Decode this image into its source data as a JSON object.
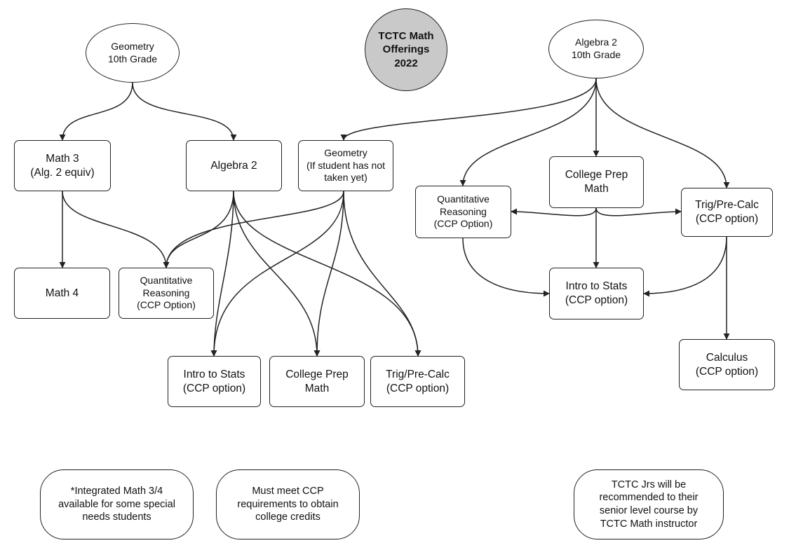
{
  "title": [
    "TCTC Math",
    "Offerings",
    "2022"
  ],
  "nodes": {
    "geometry_10th": [
      "Geometry",
      "10th Grade"
    ],
    "algebra2_10th": [
      "Algebra 2",
      "10th Grade"
    ],
    "math3": [
      "Math 3",
      "(Alg. 2 equiv)"
    ],
    "algebra2_left": [
      "Algebra 2"
    ],
    "geometry_mid": [
      "Geometry",
      "(If student has not",
      "taken yet)"
    ],
    "math4": [
      "Math 4"
    ],
    "quant_left": [
      "Quantitative",
      "Reasoning",
      "(CCP Option)"
    ],
    "stats_bottom": [
      "Intro to Stats",
      "(CCP option)"
    ],
    "cpm_bottom": [
      "College Prep",
      "Math"
    ],
    "trig_bottom": [
      "Trig/Pre-Calc",
      "(CCP option)"
    ],
    "quant_right": [
      "Quantitative",
      "Reasoning",
      "(CCP Option)"
    ],
    "cpm_right": [
      "College Prep",
      "Math"
    ],
    "trig_right": [
      "Trig/Pre-Calc",
      "(CCP option)"
    ],
    "stats_right": [
      "Intro to Stats",
      "(CCP option)"
    ],
    "calculus": [
      "Calculus",
      "(CCP option)"
    ]
  },
  "notes": {
    "integrated": [
      "*Integrated Math 3/4",
      "available for some special",
      "needs students"
    ],
    "ccp": [
      "Must meet CCP",
      "requirements to obtain",
      "college credits"
    ],
    "jrs": [
      "TCTC Jrs will be",
      "recommended to their",
      "senior level course by",
      "TCTC Math instructor"
    ]
  }
}
